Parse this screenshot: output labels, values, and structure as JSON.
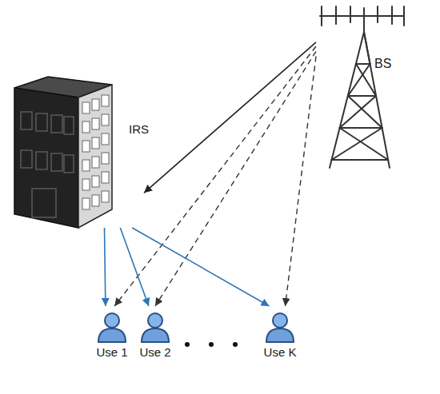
{
  "diagram": {
    "nodes": [
      {
        "text": [
          "BS"
        ]
      },
      {
        "text": [
          "IRS"
        ]
      },
      {
        "text": [
          "Use 1"
        ]
      },
      {
        "text": [
          "Use 2"
        ]
      },
      {
        "text": [
          "Use K"
        ]
      }
    ],
    "edges": [
      {
        "from": 0,
        "to": 1,
        "arrow": "to"
      },
      {
        "from": 0,
        "to": 2,
        "arrow": "to"
      },
      {
        "from": 0,
        "to": 3,
        "arrow": "to"
      },
      {
        "from": 0,
        "to": 4,
        "arrow": "to"
      },
      {
        "from": 1,
        "to": 2,
        "arrow": "to"
      },
      {
        "from": 1,
        "to": 3,
        "arrow": "to"
      },
      {
        "from": 1,
        "to": 4,
        "arrow": "to"
      }
    ]
  }
}
